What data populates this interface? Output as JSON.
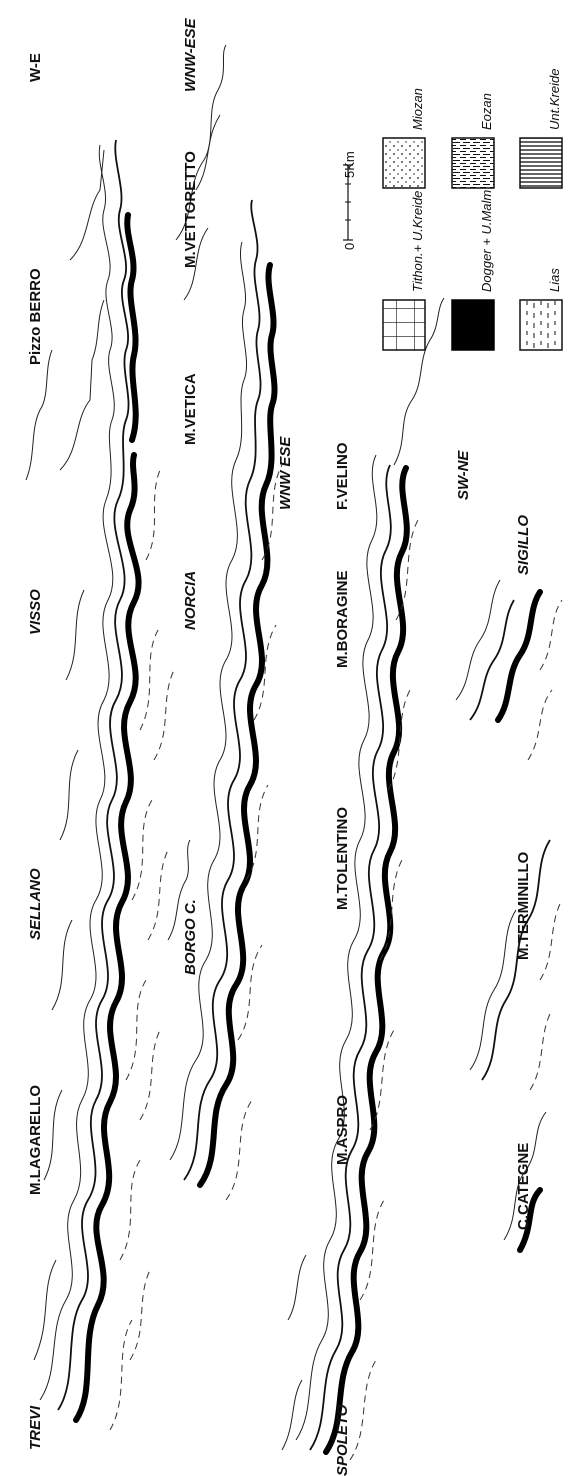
{
  "sections": [
    {
      "orientation": "W-E",
      "labels": [
        "TREVI",
        "M.LAGARELLO",
        "SELLANO",
        "VISSO",
        "Pizzo BERRO",
        "M.VETTORETTO"
      ]
    },
    {
      "orientation": "WNW-ESE",
      "labels": [
        "BORGO C.",
        "NORCIA",
        "M.VETICA"
      ]
    },
    {
      "orientation": "WNW ESE",
      "labels": [
        "SPOLETO",
        "M.ASPRO",
        "M.TOLENTINO",
        "M.BORAGINE",
        "F.VELINO"
      ]
    },
    {
      "orientation": "SW-NE",
      "labels": [
        "C.CATEGNE",
        "M.TERMINILLO",
        "SIGILLO"
      ]
    }
  ],
  "scale": {
    "start": "0",
    "end": "5Km"
  },
  "legend": [
    {
      "label": "Tithon.+ U.Kreide",
      "pattern": "blocks"
    },
    {
      "label": "Miozan",
      "pattern": "dots"
    },
    {
      "label": "Dogger + U.Malm",
      "pattern": "solid"
    },
    {
      "label": "Eozan",
      "pattern": "dash-lines"
    },
    {
      "label": "Lias",
      "pattern": "dashes"
    },
    {
      "label": "Unt.Kreide",
      "pattern": "lines"
    }
  ]
}
